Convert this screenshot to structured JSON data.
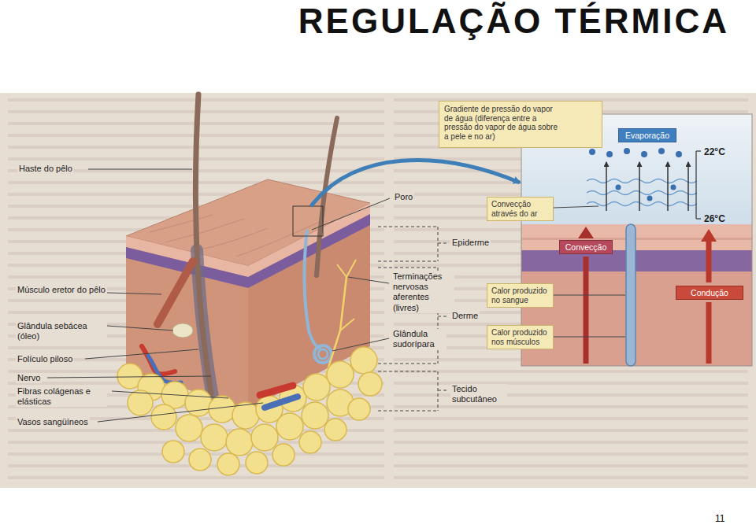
{
  "diagram": {
    "title": "REGULAÇÃO TÉRMICA",
    "nodes": [
      {
        "text": [
          "Gradiente de pressão do vapor de água (diferença entre a pressão do vapor de água sobre a pele e no ar)"
        ]
      },
      {
        "text": [
          "Evaporação"
        ]
      },
      {
        "text": [
          "Convecção através do ar"
        ]
      },
      {
        "text": [
          "Convecção"
        ]
      },
      {
        "text": [
          "Calor produzido no sangue"
        ]
      },
      {
        "text": [
          "Condução"
        ]
      },
      {
        "text": [
          "Calor produzido nos músculos"
        ]
      }
    ],
    "labels": [
      "Haste do pêlo",
      "Poro",
      "22°C",
      "26°C",
      "Epiderme",
      "Músculo eretor do pêlo",
      "Terminações nervosas aferentes (livres)",
      "Glândula sebácea (óleo)",
      "Derme",
      "Glândula sudorípara",
      "Folículo piloso",
      "Nervo",
      "Fibras colágenas e elásticas",
      "Tecido subcutâneo",
      "Vasos sangüíneos",
      "11"
    ]
  }
}
